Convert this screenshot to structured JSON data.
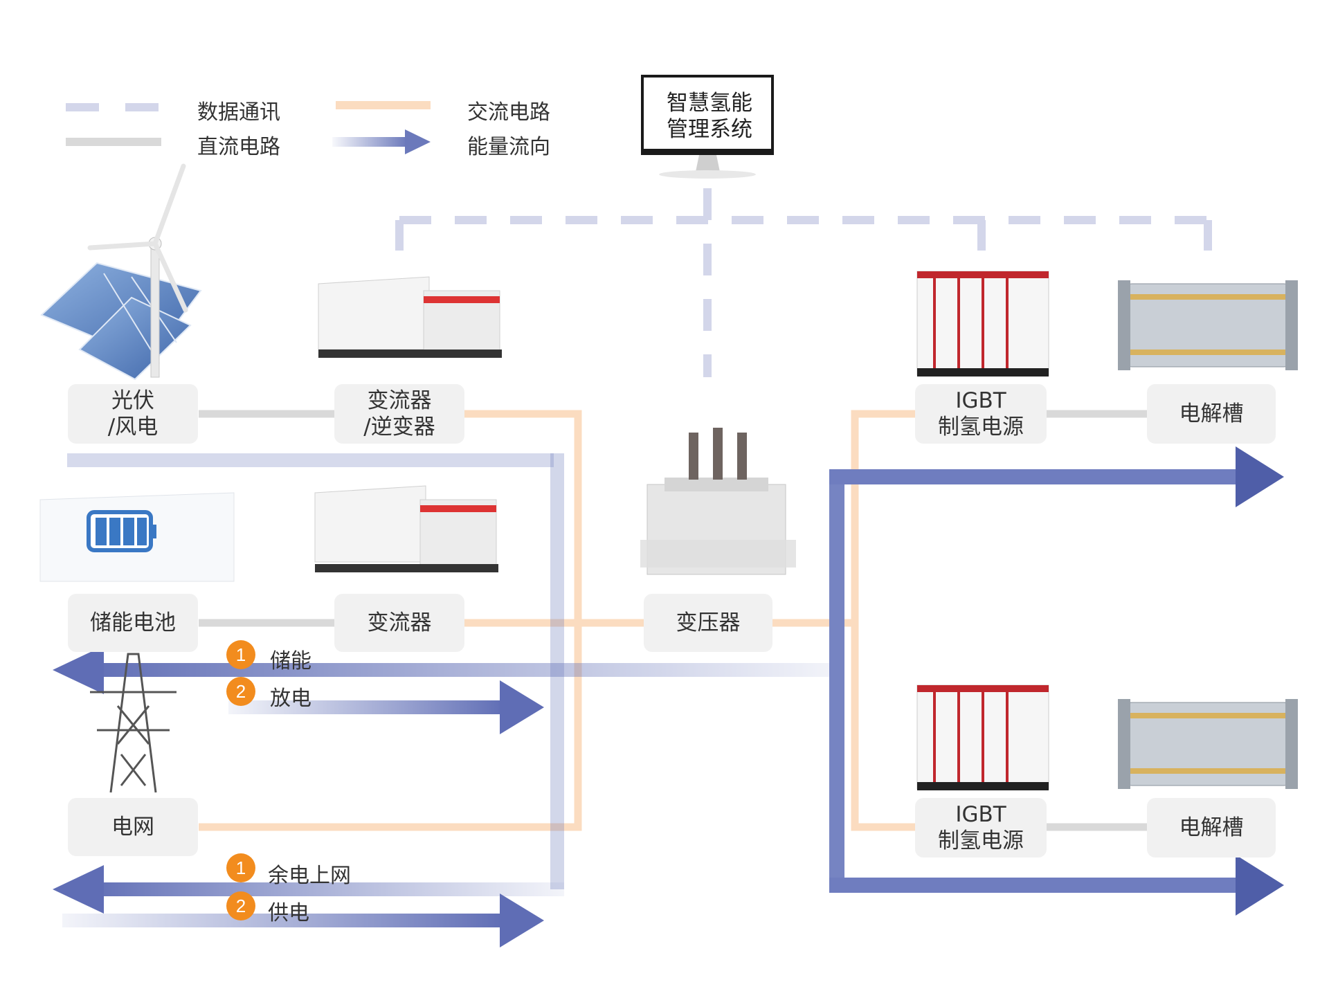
{
  "legend": {
    "data_comm": "数据通讯",
    "dc_circuit": "直流电路",
    "ac_circuit": "交流电路",
    "energy_flow": "能量流向"
  },
  "system": {
    "line1": "智慧氢能",
    "line2": "管理系统"
  },
  "nodes": {
    "pv_wind": {
      "line1": "光伏",
      "line2": "/风电"
    },
    "converter_inverter": {
      "line1": "变流器",
      "line2": "/逆变器"
    },
    "battery": {
      "label": "储能电池"
    },
    "converter": {
      "label": "变流器"
    },
    "transformer": {
      "label": "变压器"
    },
    "grid": {
      "label": "电网"
    },
    "igbt_top": {
      "line1": "IGBT",
      "line2": "制氢电源"
    },
    "igbt_bottom": {
      "line1": "IGBT",
      "line2": "制氢电源"
    },
    "electrolyzer_top": {
      "label": "电解槽"
    },
    "electrolyzer_bottom": {
      "label": "电解槽"
    }
  },
  "flows": {
    "battery": [
      {
        "num": "1",
        "label": "储能"
      },
      {
        "num": "2",
        "label": "放电"
      }
    ],
    "grid": [
      {
        "num": "1",
        "label": "余电上网"
      },
      {
        "num": "2",
        "label": "供电"
      }
    ]
  },
  "colors": {
    "data_comm": "#d3d6ea",
    "dc": "#d9d9d9",
    "ac": "#fbdcc0",
    "flow": "#6b79bb",
    "badge": "#f28c1e"
  }
}
